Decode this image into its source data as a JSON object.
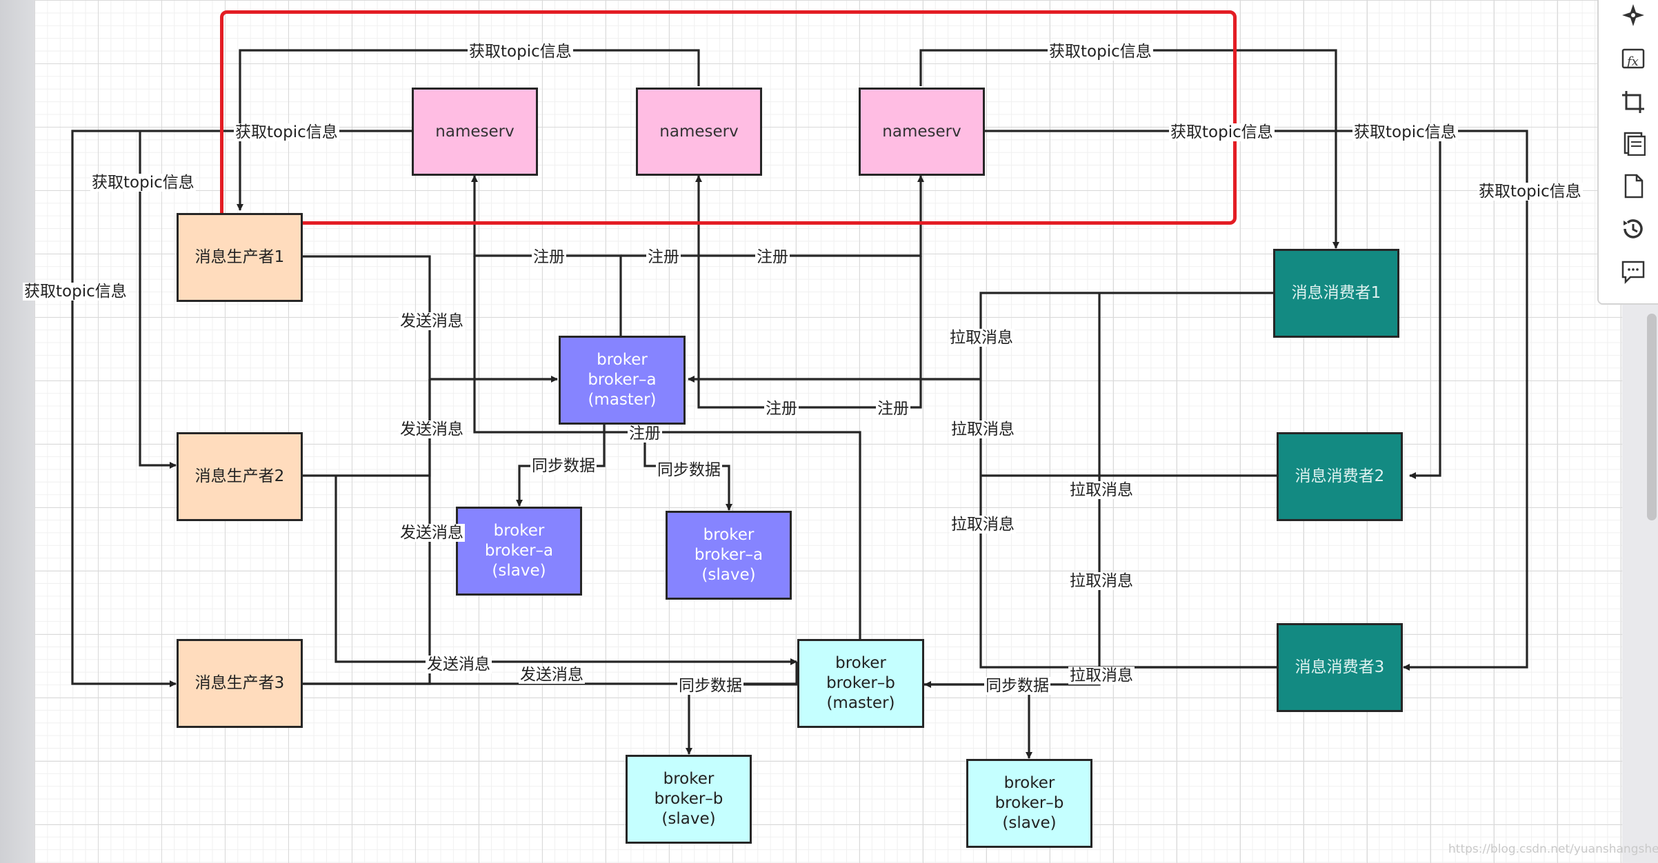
{
  "nodes": {
    "nameserv_1": "nameserv",
    "nameserv_2": "nameserv",
    "nameserv_3": "nameserv",
    "producer_1": "消息生产者1",
    "producer_2": "消息生产者2",
    "producer_3": "消息生产者3",
    "consumer_1": "消息消费者1",
    "consumer_2": "消息消费者2",
    "consumer_3": "消息消费者3",
    "broker_a_master": "broker\nbroker–a\n(master)",
    "broker_a_slave_1": "broker\nbroker–a\n(slave)",
    "broker_a_slave_2": "broker\nbroker–a\n(slave)",
    "broker_b_master": "broker\nbroker–b\n(master)",
    "broker_b_slave_1": "broker\nbroker–b\n(slave)",
    "broker_b_slave_2": "broker\nbroker–b\n(slave)"
  },
  "edge_labels": {
    "get_topic": "获取topic信息",
    "register": "注册",
    "send": "发送消息",
    "sync": "同步数据",
    "pull": "拉取消息"
  },
  "toolbar": {
    "items": [
      "navigate-icon",
      "formula-icon",
      "crop-icon",
      "pages-icon",
      "page-icon",
      "history-icon",
      "comment-icon"
    ]
  },
  "watermark": "https://blog.csdn.net/yuanshangshenghuo",
  "colors": {
    "nameserv": "#ffbde3",
    "producer": "#ffdcbd",
    "consumer": "#138a82",
    "broker_a": "#8684ff",
    "broker_b": "#c5ffff",
    "highlight": "#e31d24"
  }
}
